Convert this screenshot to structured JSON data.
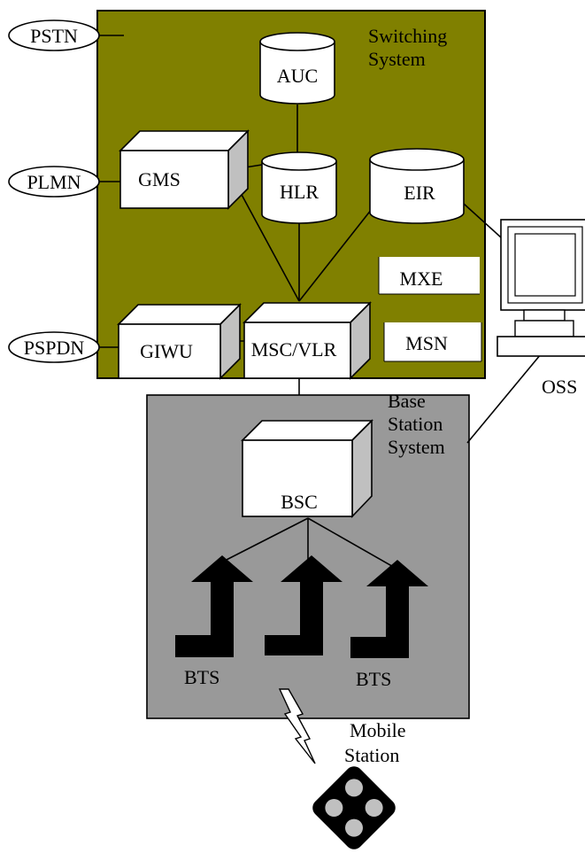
{
  "external_networks": {
    "pstn": "PSTN",
    "plmn": "PLMN",
    "pspdn": "PSPDN"
  },
  "switching_system": {
    "title_line1": "Switching",
    "title_line2": "System",
    "auc": "AUC",
    "hlr": "HLR",
    "eir": "EIR",
    "gms": "GMS",
    "giwu": "GIWU",
    "msc_vlr": "MSC/VLR",
    "mxe": "MXE",
    "msn": "MSN"
  },
  "base_station_system": {
    "title_line1": "Base",
    "title_line2": "Station",
    "title_line3": "System",
    "bsc": "BSC",
    "bts_left": "BTS",
    "bts_right": "BTS"
  },
  "oss": "OSS",
  "mobile_station": {
    "line1": "Mobile",
    "line2": "Station"
  },
  "colors": {
    "switching_bg": "#808000",
    "bss_bg": "#999999",
    "box_face": "#ffffff",
    "box_side": "#c0c0c0",
    "ink": "#000000"
  }
}
